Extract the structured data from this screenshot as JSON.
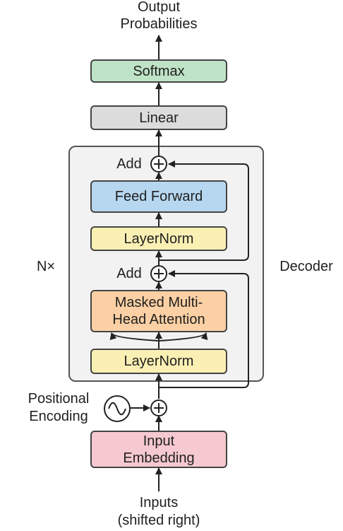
{
  "output": {
    "line1": "Output",
    "line2": "Probabilities"
  },
  "softmax": {
    "label": "Softmax",
    "color": "#bfe3c6"
  },
  "linear": {
    "label": "Linear",
    "color": "#dcdcdc"
  },
  "decoder": {
    "label": "Decoder",
    "repeat_label": "N×",
    "add_top": "Add",
    "feed_forward": {
      "label": "Feed Forward",
      "color": "#b7d7f0"
    },
    "layernorm_top": {
      "label": "LayerNorm",
      "color": "#fbf0b4"
    },
    "add_bottom": "Add",
    "masked_attention": {
      "line1": "Masked Multi-",
      "line2": "Head Attention",
      "color": "#fbd0a4"
    },
    "layernorm_bottom": {
      "label": "LayerNorm",
      "color": "#fbf0b4"
    }
  },
  "positional": {
    "line1": "Positional",
    "line2": "Encoding",
    "icon": "sine-wave-icon"
  },
  "embedding": {
    "line1": "Input",
    "line2": "Embedding",
    "color": "#f5c9cf"
  },
  "inputs": {
    "line1": "Inputs",
    "line2": "(shifted right)"
  }
}
